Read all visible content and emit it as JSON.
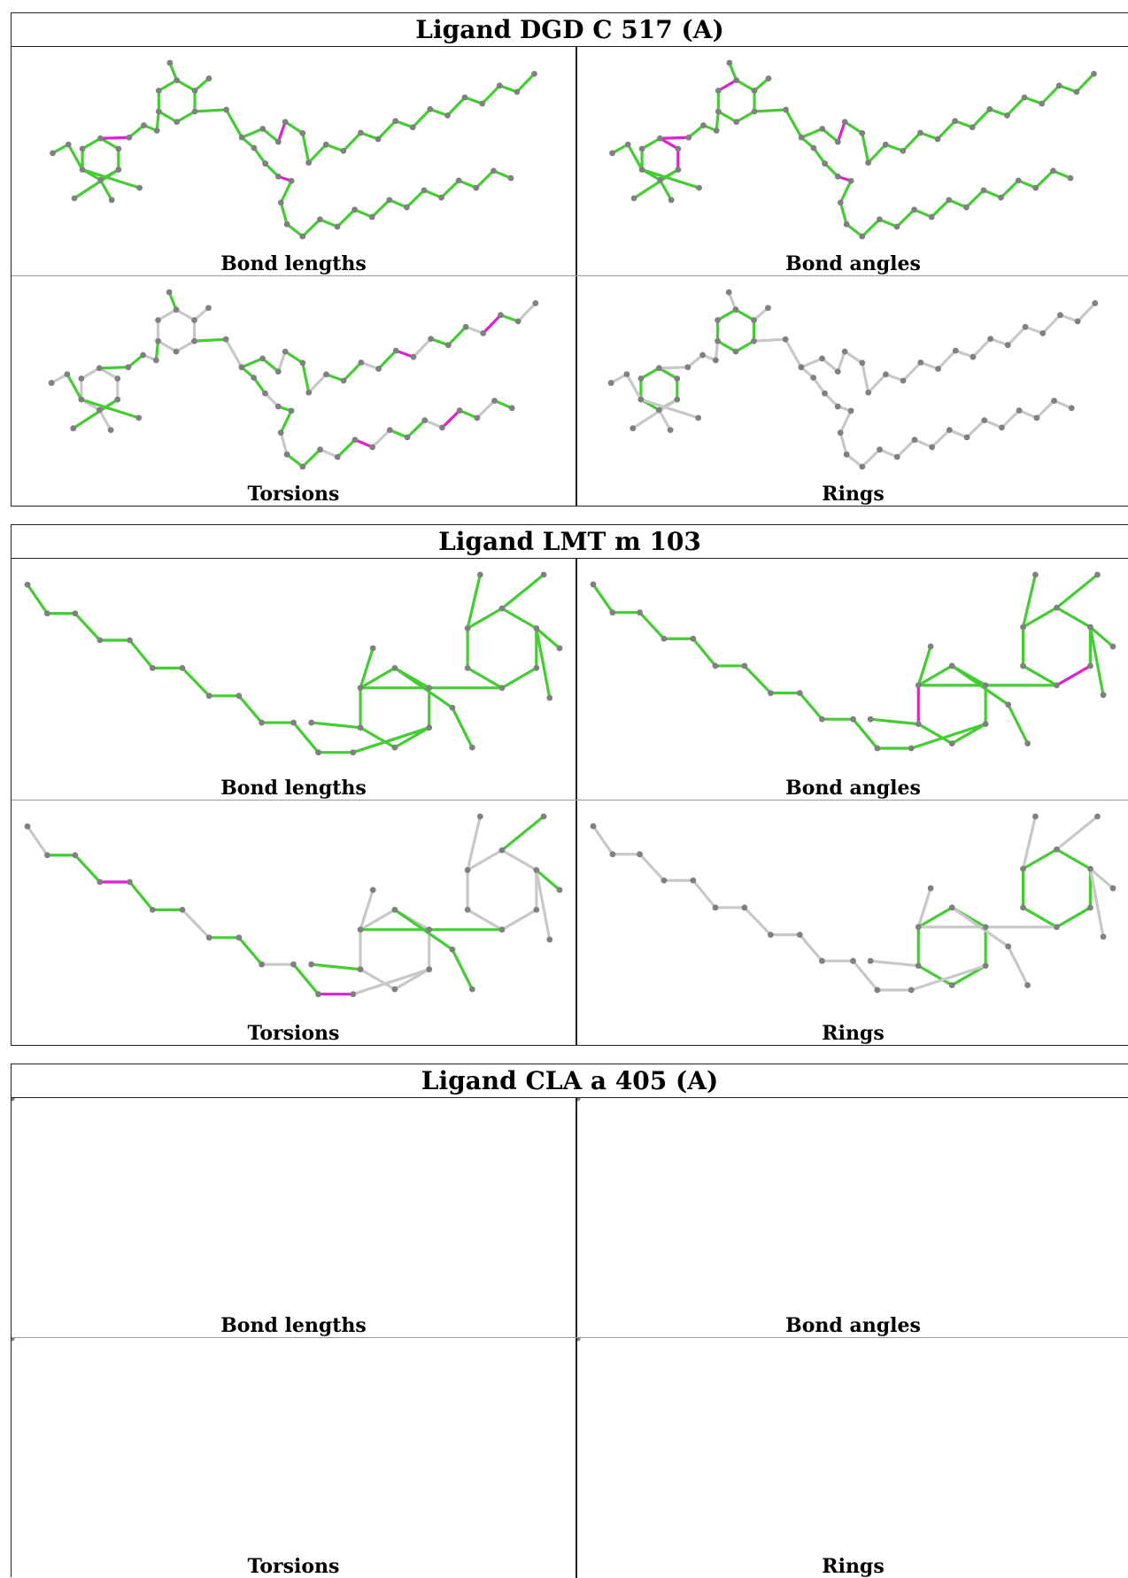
{
  "colors": {
    "green": "#44cc33",
    "magenta": "#dd22cc",
    "grey_bond": "#c8c8c8",
    "atom": "#808080",
    "lime_marker": "#a8dd55"
  },
  "panels": [
    {
      "title": "Ligand DGD C 517 (A)",
      "cells": [
        {
          "caption": "Bond lengths"
        },
        {
          "caption": "Bond angles"
        },
        {
          "caption": "Torsions"
        },
        {
          "caption": "Rings"
        }
      ]
    },
    {
      "title": "Ligand LMT m 103",
      "cells": [
        {
          "caption": "Bond lengths"
        },
        {
          "caption": "Bond angles"
        },
        {
          "caption": "Torsions"
        },
        {
          "caption": "Rings"
        }
      ]
    },
    {
      "title": "Ligand CLA a 405 (A)",
      "cells": [
        {
          "caption": "Bond lengths"
        },
        {
          "caption": "Bond angles"
        },
        {
          "caption": "Torsions"
        },
        {
          "caption": "Rings"
        }
      ]
    }
  ]
}
